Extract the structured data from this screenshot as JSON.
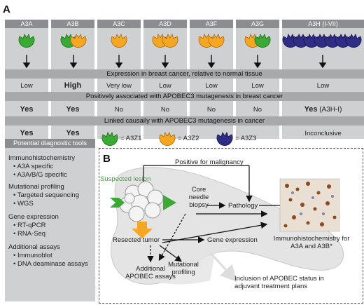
{
  "panel_a_label": "A",
  "panel_b_label": "B",
  "columns": [
    {
      "name": "A3A",
      "expression": "Low",
      "associated": "Yes",
      "causal": "Yes"
    },
    {
      "name": "A3B",
      "expression": "High",
      "associated": "Yes",
      "causal": "Yes"
    },
    {
      "name": "A3C",
      "expression": "Very low",
      "associated": "No"
    },
    {
      "name": "A3D",
      "expression": "Low",
      "associated": "No"
    },
    {
      "name": "A3F",
      "expression": "Low",
      "associated": "No"
    },
    {
      "name": "A3G",
      "expression": "Low",
      "associated": "No"
    },
    {
      "name": "A3H (I-VII)",
      "expression": "Low",
      "associated": "Yes",
      "associated_suffix": "(A3H-I)",
      "causal": "Inconclusive"
    }
  ],
  "bands": {
    "expression": "Expression in breast cancer, relative to normal tissue",
    "associated": "Positively associated with APOBEC3 mutagenesis in breast cancer",
    "causal": "Linked causally with APOBEC3 mutagenesis in cancer"
  },
  "legend": [
    {
      "label": "= A3Z1",
      "color": "#3aaa35"
    },
    {
      "label": "= A3Z2",
      "color": "#f5a623"
    },
    {
      "label": "= A3Z3",
      "color": "#2f2d86"
    }
  ],
  "diagnostics": {
    "title": "Potential diagnostic tools",
    "groups": [
      {
        "heading": "Immunohistochemistry",
        "items": [
          "A3A specific",
          "A3A/B/G specific"
        ]
      },
      {
        "heading": "Mutational profiling",
        "items": [
          "Targeted sequencing",
          "WGS"
        ]
      },
      {
        "heading": "Gene expression",
        "items": [
          "RT-qPCR",
          "RNA-Seq"
        ]
      },
      {
        "heading": "Additional assays",
        "items": [
          "Immunoblot",
          "DNA deaminase assays"
        ]
      }
    ]
  },
  "flow": {
    "suspected_lesion": "Suspected lesion",
    "positive": "Positive for malignancy",
    "core_biopsy": "Core needle biopsy",
    "pathology": "Pathology",
    "ihc_caption": "Immunohistochemistry for A3A and A3B*",
    "resected": "Resected tumor",
    "gene_expression": "Gene expression",
    "additional_assays": "Additional APOBEC assays",
    "mutational_profiling": "Mutational profiling",
    "inclusion": "Inclusion of APOBEC status in adjuvant treatment plans"
  },
  "colors": {
    "z1": "#3aaa35",
    "z2": "#f5a623",
    "z3": "#2f2d86",
    "arrow_green": "#3aaa35",
    "arrow_orange": "#f5a623"
  }
}
